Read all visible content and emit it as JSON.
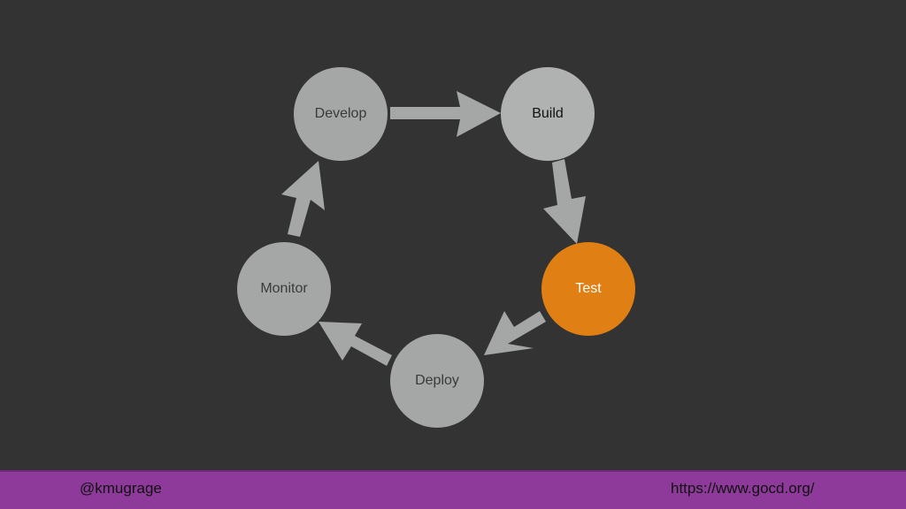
{
  "diagram": {
    "nodes": {
      "develop": "Develop",
      "build": "Build",
      "test": "Test",
      "deploy": "Deploy",
      "monitor": "Monitor"
    },
    "colors": {
      "background": "#333333",
      "node": "#a5a7a7",
      "highlight": "#e07f14",
      "arrow": "#a5a7a7"
    }
  },
  "footer": {
    "handle": "@kmugrage",
    "url": "https://www.gocd.org/",
    "color": "#8e3a9b"
  }
}
